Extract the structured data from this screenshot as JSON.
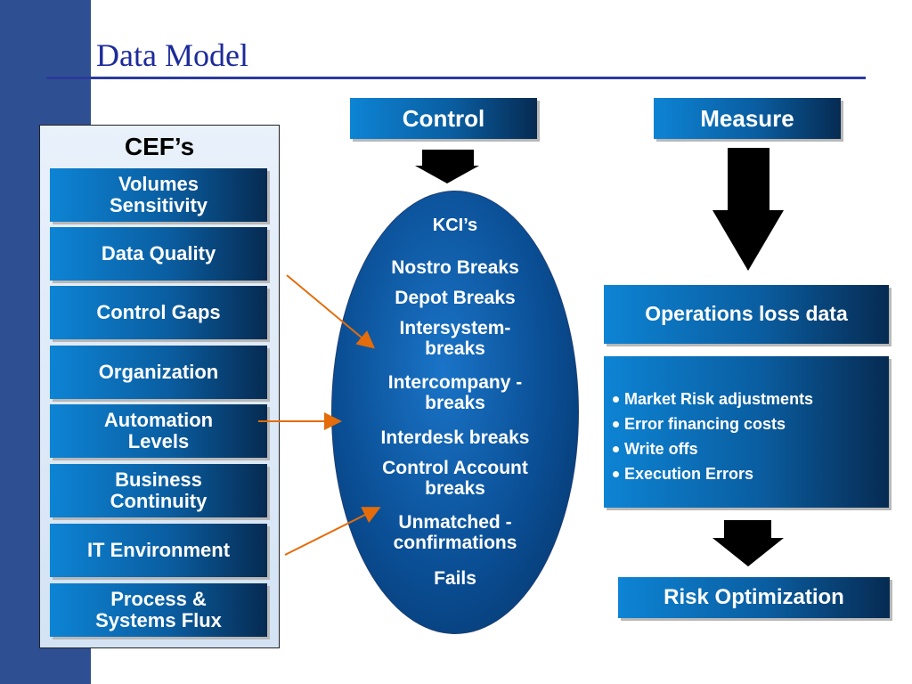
{
  "title": "Data Model",
  "headers": {
    "control": "Control",
    "measure": "Measure"
  },
  "cef": {
    "title": "CEF’s",
    "items": [
      {
        "line1": "Volumes",
        "line2": "Sensitivity"
      },
      {
        "line1": "Data Quality",
        "line2": ""
      },
      {
        "line1": "Control Gaps",
        "line2": ""
      },
      {
        "line1": "Organization",
        "line2": ""
      },
      {
        "line1": "Automation",
        "line2": "Levels"
      },
      {
        "line1": "Business",
        "line2": "Continuity"
      },
      {
        "line1": "IT Environment",
        "line2": ""
      },
      {
        "line1": "Process &",
        "line2": "Systems Flux"
      }
    ]
  },
  "kci": {
    "title": "KCI’s",
    "items": [
      {
        "line1": "Nostro Breaks",
        "line2": ""
      },
      {
        "line1": "Depot Breaks",
        "line2": ""
      },
      {
        "line1": "Intersystem-",
        "line2": "breaks"
      },
      {
        "line1": "Intercompany -",
        "line2": "breaks"
      },
      {
        "line1": "Interdesk breaks",
        "line2": ""
      },
      {
        "line1": "Control Account",
        "line2": "breaks"
      },
      {
        "line1": "Unmatched -",
        "line2": "confirmations"
      },
      {
        "line1": "Fails",
        "line2": ""
      }
    ]
  },
  "measure": {
    "loss_data": "Operations loss data",
    "bullets": [
      "Market Risk adjustments",
      "Error financing costs",
      "Write offs",
      "Execution Errors"
    ],
    "optimization": "Risk Optimization"
  },
  "colors": {
    "sidebar": "#2f4f93",
    "title": "#1c2b9a",
    "box_light": "#0d84d4",
    "box_dark": "#062b52",
    "connector": "#e46c0a"
  }
}
